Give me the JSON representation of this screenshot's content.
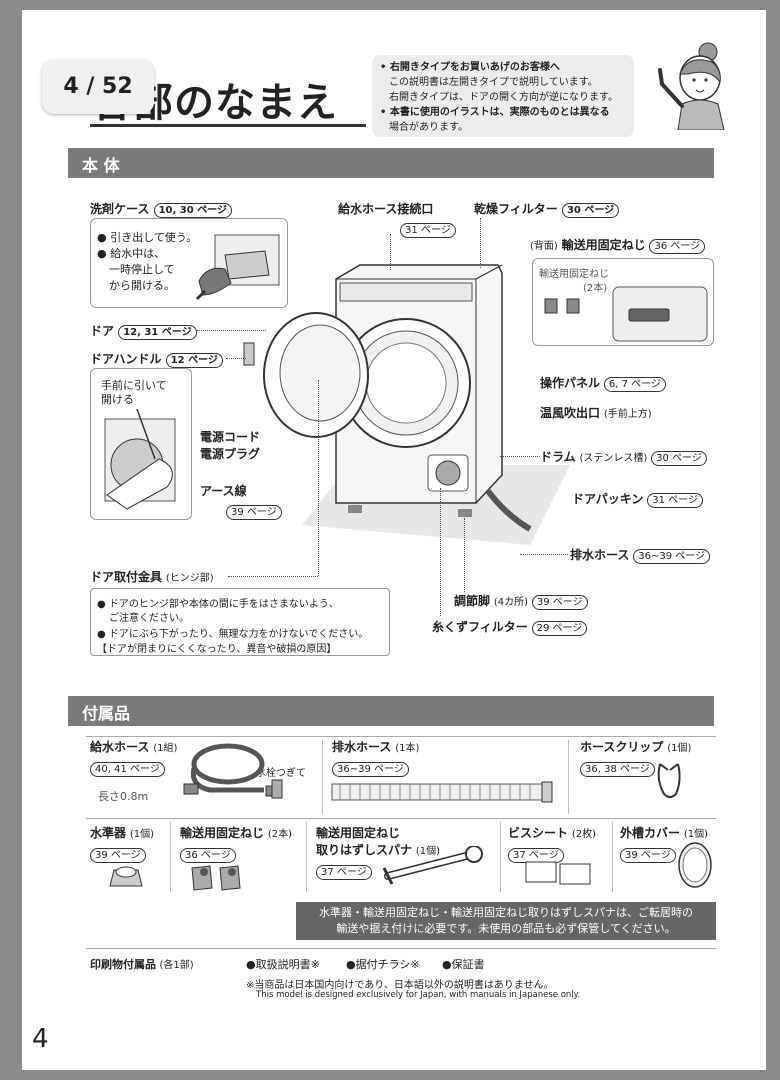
{
  "badge": "4 / 52",
  "title": "各部のなまえ",
  "note": {
    "l1": "• 右開きタイプをお買いあげのお客様へ",
    "l2": "この説明書は左開きタイプで説明しています。",
    "l3": "右開きタイプは、ドアの開く方向が逆になります。",
    "l4": "• 本書に使用のイラストは、実際のものとは異なる",
    "l5": "場合があります。"
  },
  "section1": "本 体",
  "labels": {
    "detergent": "洗剤ケース",
    "detergent_ref": "10, 30 ページ",
    "det_b1": "● 引き出して使う。",
    "det_b2": "● 給水中は、",
    "det_b3": "一時停止して",
    "det_b4": "から開ける。",
    "water_inlet": "給水ホース接続口",
    "water_inlet_ref": "31 ページ",
    "dry_filter": "乾燥フィルター",
    "dry_filter_ref": "30 ページ",
    "transport_screw_back": "(背面)",
    "transport_screw": "輸送用固定ねじ",
    "transport_screw_ref": "36 ページ",
    "ts_inset": "輸送用固定ねじ",
    "ts_inset2": "(2本)",
    "door": "ドア",
    "door_ref": "12, 31 ページ",
    "door_handle": "ドアハンドル",
    "door_handle_ref": "12 ページ",
    "handle_tip1": "手前に引いて",
    "handle_tip2": "開ける",
    "control_panel": "操作パネル",
    "control_panel_ref": "6, 7 ページ",
    "hot_air": "温風吹出口",
    "hot_air_sub": "(手前上方)",
    "power_cord": "電源コード",
    "power_plug": "電源プラグ",
    "drum": "ドラム",
    "drum_sub": "(ステンレス槽)",
    "drum_ref": "30 ページ",
    "earth": "アース線",
    "earth_ref": "39 ページ",
    "gasket": "ドアパッキン",
    "gasket_ref": "31 ページ",
    "drain_hose": "排水ホース",
    "drain_hose_ref": "36~39 ページ",
    "hinge": "ドア取付金具",
    "hinge_sub": "(ヒンジ部)",
    "foot": "調節脚",
    "foot_sub": "(4カ所)",
    "foot_ref": "39 ページ",
    "lint": "糸くずフィルター",
    "lint_ref": "29 ページ",
    "warn1": "● ドアのヒンジ部や本体の間に手をはさまないよう、",
    "warn1b": "ご注意ください。",
    "warn2": "● ドアにぶら下がったり、無理な力をかけないでください。",
    "warn3": "【ドアが閉まりにくくなったり、異音や破損の原因】"
  },
  "section2": "付属品",
  "acc": {
    "supply_hose": "給水ホース",
    "supply_hose_qty": "(1組)",
    "supply_hose_ref": "40, 41 ページ",
    "supply_len": "長さ0.8m",
    "faucet": "水栓つぎて",
    "drain": "排水ホース",
    "drain_qty": "(1本)",
    "drain_ref": "36~39 ページ",
    "clip": "ホースクリップ",
    "clip_qty": "(1個)",
    "clip_ref": "36, 38 ページ",
    "level": "水準器",
    "level_qty": "(1個)",
    "level_ref": "39 ページ",
    "screw": "輸送用固定ねじ",
    "screw_qty": "(2本)",
    "screw_ref": "36 ページ",
    "spanner1": "輸送用固定ねじ",
    "spanner2": "取りはずしスパナ",
    "spanner_qty": "(1個)",
    "spanner_ref": "37 ページ",
    "sheet": "ビスシート",
    "sheet_qty": "(2枚)",
    "sheet_ref": "37 ページ",
    "cover": "外槽カバー",
    "cover_qty": "(1個)",
    "cover_ref": "39 ページ"
  },
  "keep_note1": "水準器・輸送用固定ねじ・輸送用固定ねじ取りはずしスパナは、ご転居時の",
  "keep_note2": "輸送や据え付けに必要です。未使用の部品も必ず保管してください。",
  "print": {
    "label": "印刷物付属品",
    "count": "(各1部)",
    "i1": "●取扱説明書※",
    "i2": "●据付チラシ※",
    "i3": "●保証書",
    "jp": "※当商品は日本国内向けであり、日本語以外の説明書はありません。",
    "en": "This model is designed exclusively for Japan, with manuals in Japanese only."
  },
  "page_number": "4"
}
